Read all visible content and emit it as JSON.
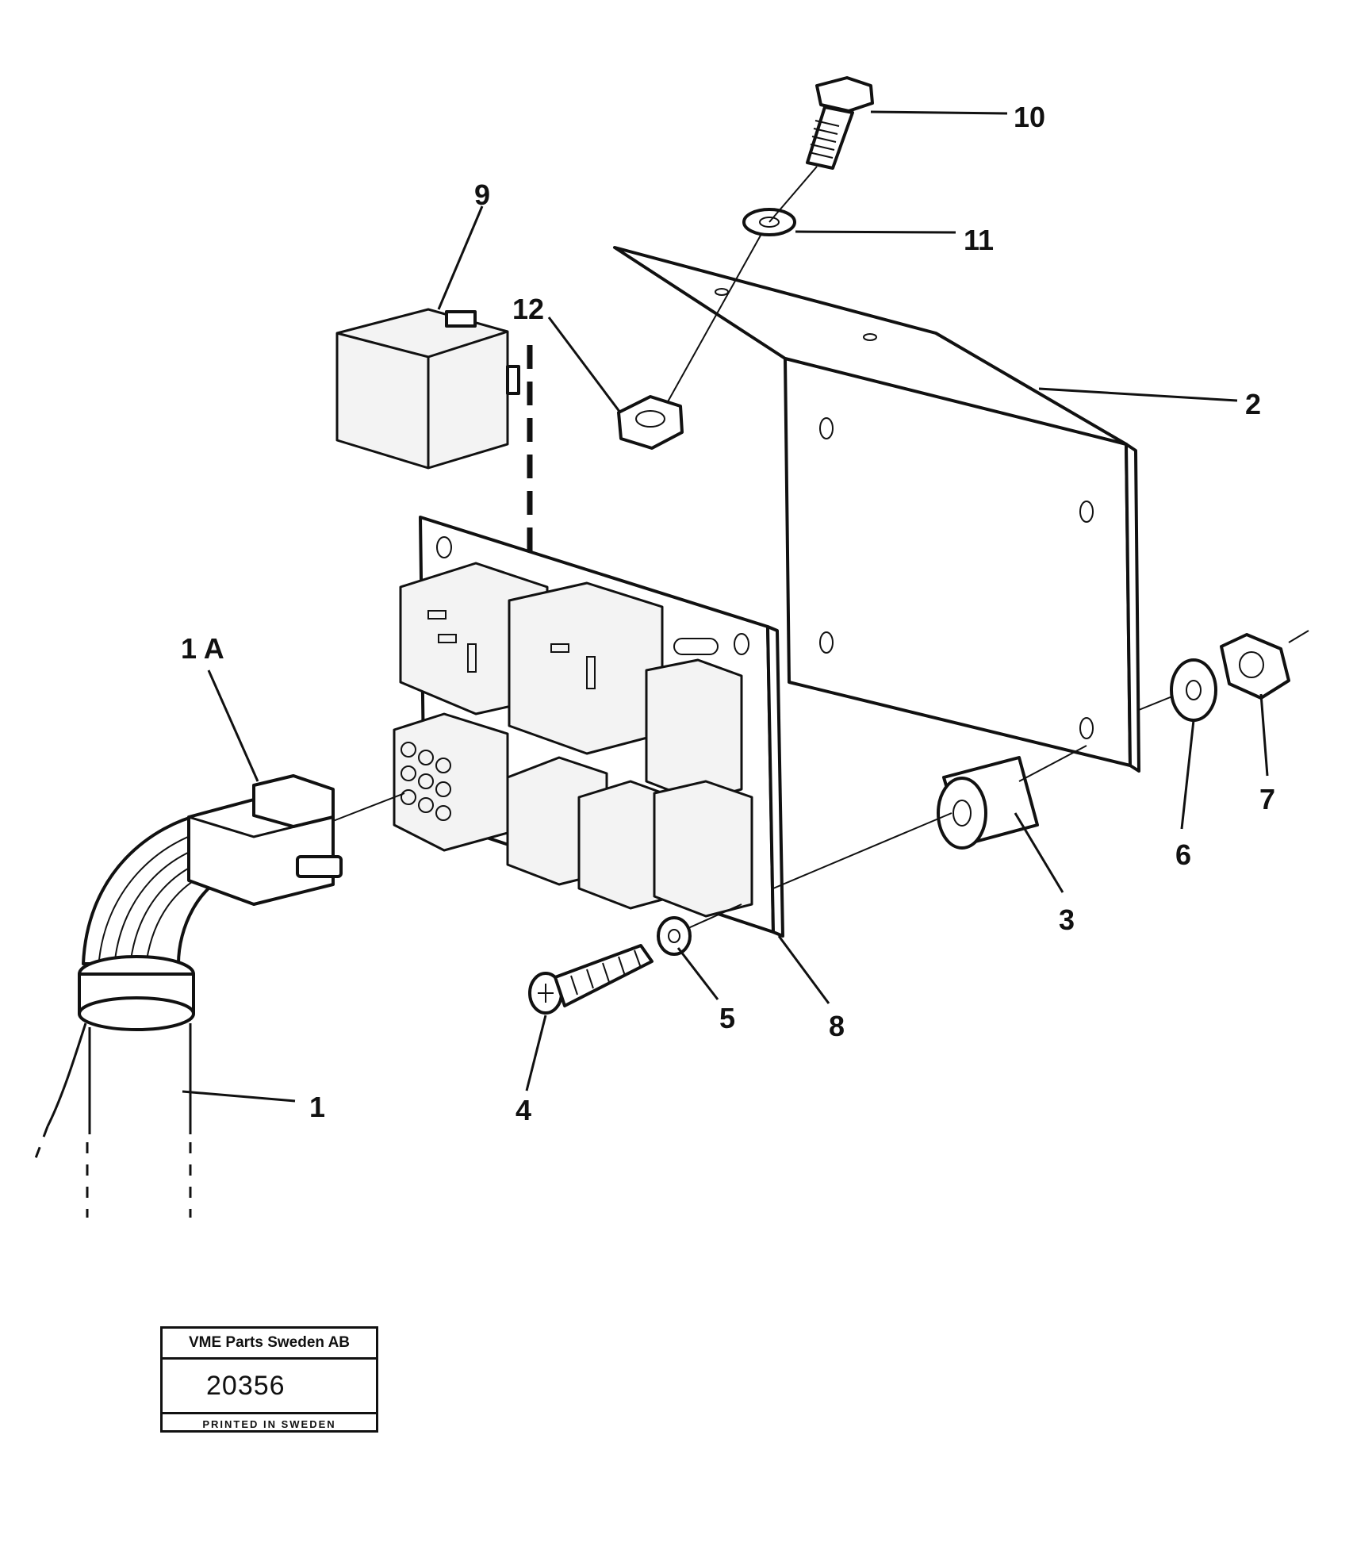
{
  "callouts": {
    "c1": "1",
    "c1a": "1 A",
    "c2": "2",
    "c3": "3",
    "c4": "4",
    "c5": "5",
    "c6": "6",
    "c7": "7",
    "c8": "8",
    "c9": "9",
    "c10": "10",
    "c11": "11",
    "c12": "12"
  },
  "title_block": {
    "company": "VME Parts Sweden AB",
    "number": "20356",
    "printed": "PRINTED IN SWEDEN"
  }
}
